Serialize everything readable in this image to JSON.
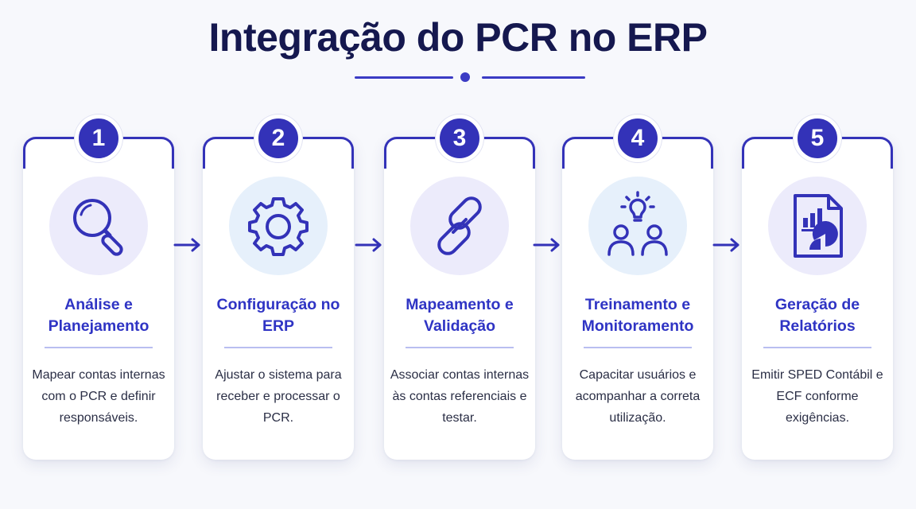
{
  "title": "Integração do PCR no ERP",
  "colors": {
    "primary": "#3332b8",
    "title": "#15184f",
    "circle_lavender": "#ecebfb",
    "circle_blue": "#e6f0fb"
  },
  "steps": [
    {
      "number": "1",
      "title": "Análise e Planejamento",
      "description": "Mapear contas internas com o PCR e definir responsáveis.",
      "icon": "magnifier-icon"
    },
    {
      "number": "2",
      "title": "Configuração no ERP",
      "description": "Ajustar o sistema para receber e processar o PCR.",
      "icon": "gear-icon"
    },
    {
      "number": "3",
      "title": "Mapeamento e Validação",
      "description": "Associar contas internas às contas referenciais e testar.",
      "icon": "chain-link-icon"
    },
    {
      "number": "4",
      "title": "Treinamento e Monitoramento",
      "description": "Capacitar usuários e acompanhar a correta utilização.",
      "icon": "team-lightbulb-icon"
    },
    {
      "number": "5",
      "title": "Geração de Relatórios",
      "description": "Emitir SPED Contábil e ECF conforme exigências.",
      "icon": "report-chart-icon"
    }
  ]
}
